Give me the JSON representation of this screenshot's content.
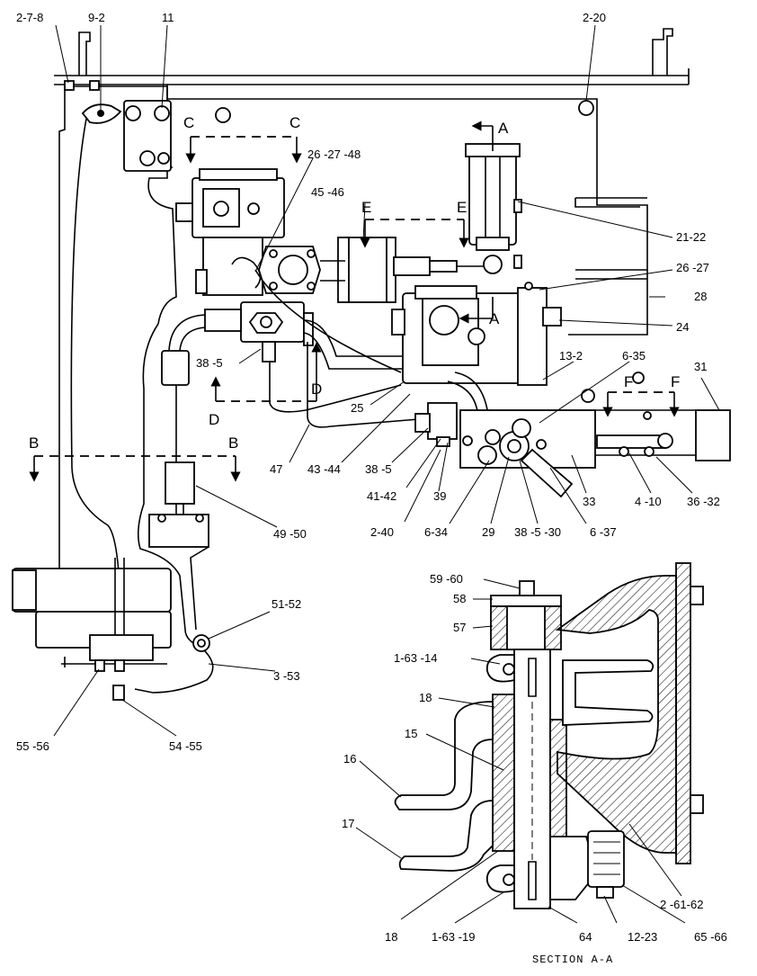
{
  "labels": {
    "l_2_7_8": "2-7-8",
    "l_9_2": "9-2",
    "l_11": "11",
    "l_2_20": "2-20",
    "l_26_27_48": "26 -27 -48",
    "l_45_46": "45 -46",
    "l_21_22": "21-22",
    "l_26_27": "26 -27",
    "l_28": "28",
    "l_24": "24",
    "l_38_5_a": "38 -5",
    "l_13_2": "13-2",
    "l_6_35": "6-35",
    "l_31": "31",
    "l_25": "25",
    "l_47": "47",
    "l_43_44": "43 -44",
    "l_38_5_b": "38 -5",
    "l_41_42": "41-42",
    "l_39": "39",
    "l_33": "33",
    "l_4_10": "4 -10",
    "l_36_32": "36 -32",
    "l_2_40": "2-40",
    "l_6_34": "6-34",
    "l_29": "29",
    "l_38_5_30": "38 -5 -30",
    "l_6_37": "6 -37",
    "l_49_50": "49 -50",
    "l_51_52": "51-52",
    "l_3_53": "3 -53",
    "l_55_56": "55 -56",
    "l_54_55": "54 -55",
    "l_59_60": "59 -60",
    "l_58": "58",
    "l_57": "57",
    "l_1_63_14": "1-63 -14",
    "l_18_a": "18",
    "l_15": "15",
    "l_16": "16",
    "l_17": "17",
    "l_2_61_62": "2 -61-62",
    "l_18_b": "18",
    "l_1_63_19": "1-63 -19",
    "l_64": "64",
    "l_12_23": "12-23",
    "l_65_66": "65 -66",
    "section_caption": "SECTION A-A"
  },
  "section_letters": {
    "a": "A",
    "b": "B",
    "c": "C",
    "d": "D",
    "e": "E",
    "f": "F"
  }
}
